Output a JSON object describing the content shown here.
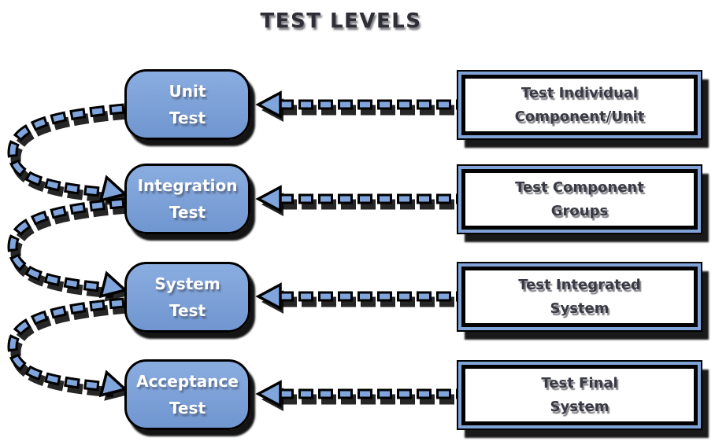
{
  "title": "TEST LEVELS",
  "levels": [
    {
      "name": "Unit\nTest",
      "description": "Test Individual\nComponent/Unit"
    },
    {
      "name": "Integration\nTest",
      "description": "Test Component\nGroups"
    },
    {
      "name": "System\nTest",
      "description": "Test Integrated\nSystem"
    },
    {
      "name": "Acceptance\nTest",
      "description": "Test Final\nSystem"
    }
  ],
  "colors": {
    "canvas_bg": "#ffffff",
    "outline": "#000000",
    "box_fill_top": "#8aade0",
    "box_fill_bottom": "#7096d0",
    "dash_blue": "#7fa5dc",
    "panel_border_blue": "#7fa3d7",
    "title_color": "#2e2e36",
    "level_text_color": "#ffffff",
    "desc_text_color": "#3a3a46"
  }
}
